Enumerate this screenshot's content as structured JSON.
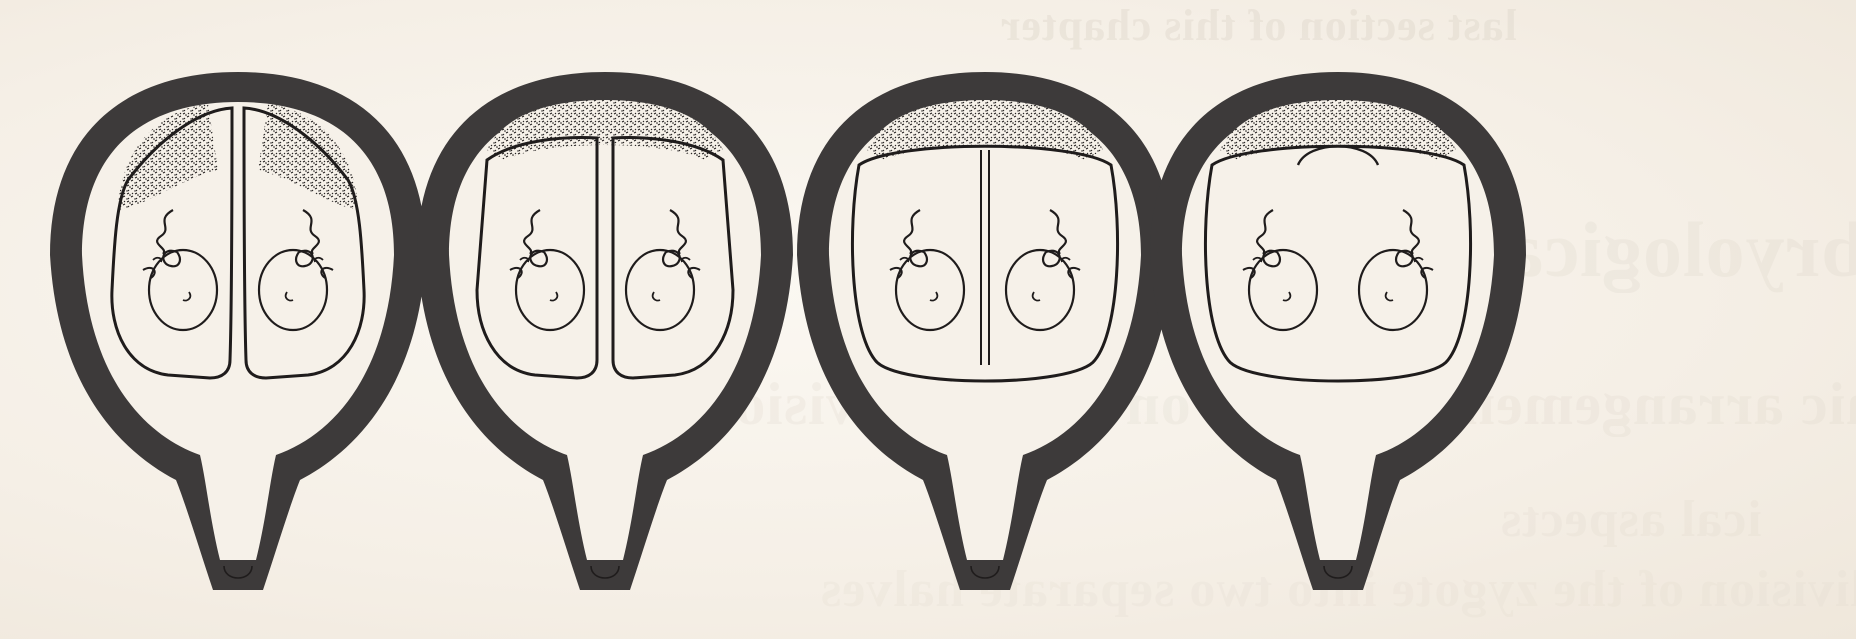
{
  "background_bleed_text": [
    "last section of this chapter",
    "Embryological basis of twinning",
    "identical twins, the chorionic arrangement depends on time of division",
    "ical aspects",
    "division of the zygote into two separate halves"
  ],
  "panels": [
    {
      "id": "dichorionic-separate",
      "placenta": "split",
      "septum": "full"
    },
    {
      "id": "dichorionic-fused",
      "placenta": "fused",
      "septum": "full"
    },
    {
      "id": "monochorionic-diamniotic",
      "placenta": "fused",
      "septum": "amnion-only"
    },
    {
      "id": "monochorionic-monoamniotic",
      "placenta": "fused",
      "septum": "none"
    }
  ],
  "colors": {
    "uterine_wall": "#3d3a3a",
    "paper": "#f6f1e9",
    "ink": "#1f1c1c"
  }
}
